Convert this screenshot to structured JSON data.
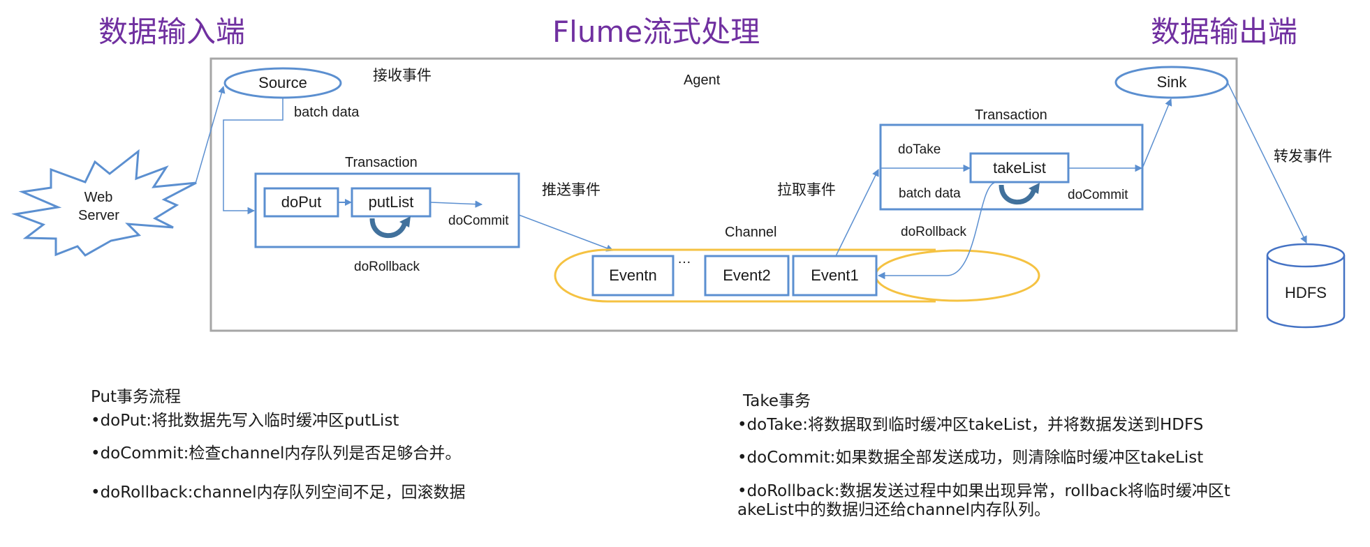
{
  "titles": {
    "input_end": "数据输入端",
    "main": "Flume流式处理",
    "output_end": "数据输出端"
  },
  "colors": {
    "title": "#7030a0",
    "shape_stroke": "#5b8fd0",
    "channel_stroke": "#f5c242",
    "agent_border": "#a6a6a6"
  },
  "diagram": {
    "web_server": {
      "line1": "Web",
      "line2": "Server"
    },
    "agent_label": "Agent",
    "source": "Source",
    "receive_event": "接收事件",
    "source_batch_data": "batch data",
    "put_transaction": {
      "title": "Transaction",
      "do_put": "doPut",
      "put_list": "putList",
      "do_commit": "doCommit",
      "do_rollback": "doRollback"
    },
    "push_event": "推送事件",
    "pull_event": "拉取事件",
    "channel": {
      "label": "Channel",
      "events": [
        "Eventn",
        "Event2",
        "Event1"
      ],
      "ellipsis": "…"
    },
    "take_transaction": {
      "title": "Transaction",
      "do_take": "doTake",
      "take_list": "takeList",
      "batch_data": "batch data",
      "do_commit": "doCommit",
      "do_rollback": "doRollback"
    },
    "sink": "Sink",
    "forward_event": "转发事件",
    "hdfs": "HDFS"
  },
  "put_notes": {
    "heading": "Put事务流程",
    "items": [
      "•doPut:将批数据先写入临时缓冲区putList",
      "•doCommit:检查channel内存队列是否足够合并。",
      "•doRollback:channel内存队列空间不足，回滚数据"
    ]
  },
  "take_notes": {
    "heading": "Take事务",
    "items": [
      "•doTake:将数据取到临时缓冲区takeList，并将数据发送到HDFS",
      "•doCommit:如果数据全部发送成功，则清除临时缓冲区takeList",
      "•doRollback:数据发送过程中如果出现异常，rollback将临时缓冲区t akeList中的数据归还给channel内存队列。"
    ]
  }
}
